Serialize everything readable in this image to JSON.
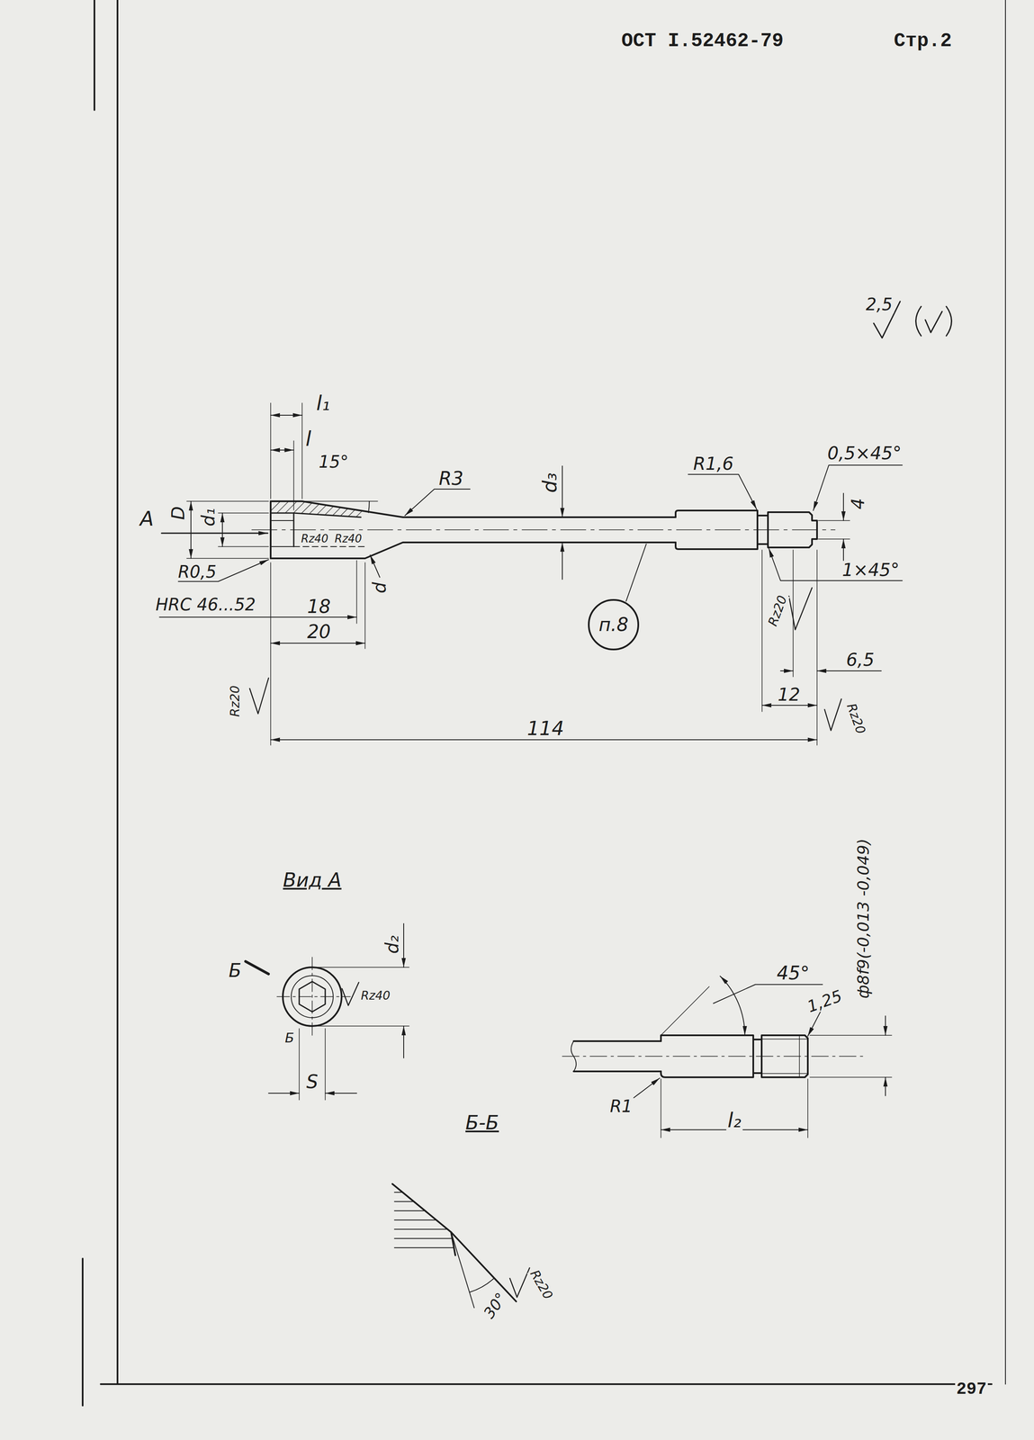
{
  "diagram": {
    "nodes": [
      {
        "text": [
          "п.8"
        ]
      }
    ],
    "labels": [
      "ОСТ I.52462-79",
      "Стр.2",
      "2,5",
      "l₁",
      "l",
      "15°",
      "R3",
      "d₃",
      "R1,6",
      "0,5×45°",
      "A",
      "D",
      "d₁",
      "Rz40",
      "Rz40",
      "4",
      "R0,5",
      "1×45°",
      "HRC 46...52",
      "18",
      "d",
      "Rz20",
      "6,5",
      "20",
      "12",
      "Rz20",
      "114",
      "Rz20",
      "Вид А",
      "d₂",
      "Б",
      "Rz40",
      "Б",
      "S",
      "Б-Б",
      "30°",
      "Rz20",
      "45°",
      "1,25",
      "ф8f9(-0,013 -0,049)",
      "R1",
      "l₂",
      "297"
    ]
  }
}
